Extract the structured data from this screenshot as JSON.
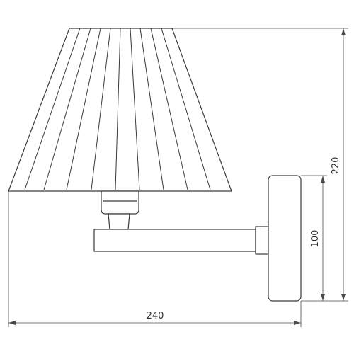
{
  "drawing": {
    "dimensions": {
      "overall_width": "240",
      "overall_height": "220",
      "backplate_height": "100"
    },
    "colors": {
      "line": "#3a3a3a",
      "dimension_line": "#4a4a4a",
      "background": "#ffffff"
    }
  }
}
